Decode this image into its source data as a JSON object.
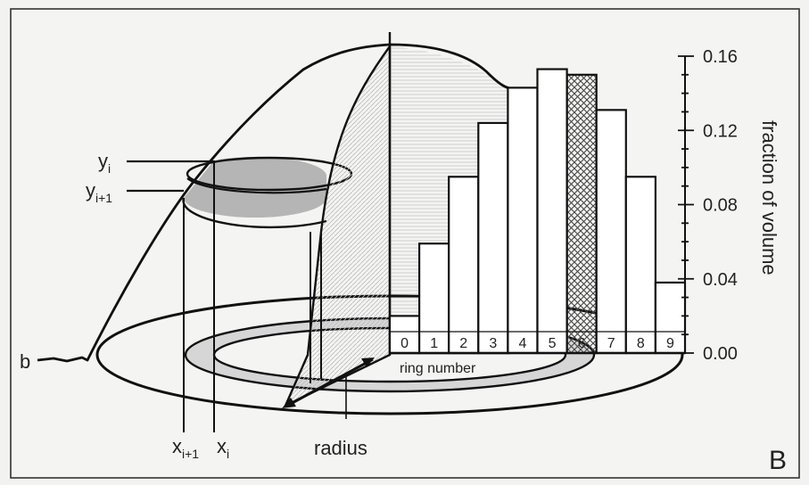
{
  "figure": {
    "panel_letter": "B",
    "left_marker": "b",
    "y_i": {
      "base": "y",
      "sub": "i"
    },
    "y_i1": {
      "base": "y",
      "sub": "i+1"
    },
    "x_i1": {
      "base": "x",
      "sub": "i+1"
    },
    "x_i": {
      "base": "x",
      "sub": "i"
    },
    "radius_label": "radius",
    "ring_axis_label": "ring number",
    "y_axis_label": "fraction of volume",
    "highlight_color": "#cfcfcf",
    "hatch_color": "#555555"
  },
  "chart_data": {
    "type": "bar",
    "title": "",
    "xlabel": "ring number",
    "ylabel": "fraction of volume",
    "categories": [
      "0",
      "1",
      "2",
      "3",
      "4",
      "5",
      "6",
      "7",
      "8",
      "9"
    ],
    "values": [
      0.02,
      0.059,
      0.095,
      0.124,
      0.143,
      0.153,
      0.15,
      0.131,
      0.095,
      0.038
    ],
    "highlighted_category": "6",
    "ylim": [
      0,
      0.16
    ],
    "yticks": [
      "0.00",
      "0.04",
      "0.08",
      "0.12",
      "0.16"
    ],
    "grid": false,
    "legend": "none"
  }
}
